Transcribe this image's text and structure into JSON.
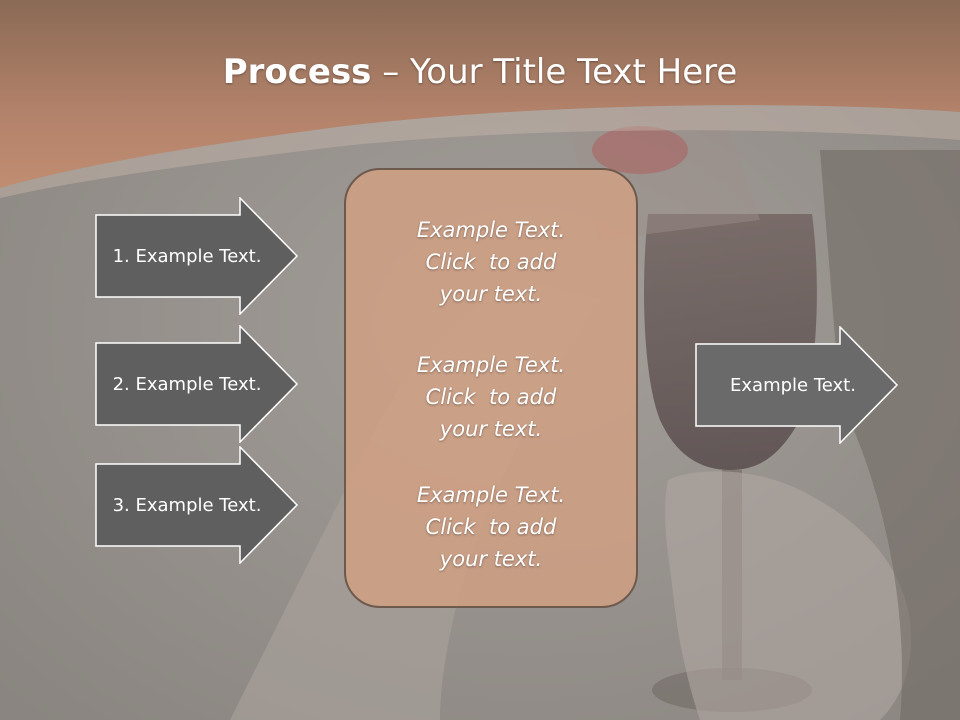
{
  "slide": {
    "title_bold": "Process",
    "title_rest": " – Your Title Text Here"
  },
  "left_arrows": [
    {
      "label": "1. Example Text."
    },
    {
      "label": "2. Example Text."
    },
    {
      "label": "3. Example Text."
    }
  ],
  "center": {
    "blocks": [
      {
        "line1": "Example Text.",
        "line2": "Click  to add",
        "line3": "your text."
      },
      {
        "line1": "Example Text.",
        "line2": "Click  to add",
        "line3": "your text."
      },
      {
        "line1": "Example Text.",
        "line2": "Click  to add",
        "line3": "your text."
      }
    ]
  },
  "right_arrow": {
    "label": "Example Text."
  },
  "colors": {
    "header": "#a97b61",
    "arrow_fill": "#5f5f5f",
    "center_fill": "#d2a082"
  }
}
